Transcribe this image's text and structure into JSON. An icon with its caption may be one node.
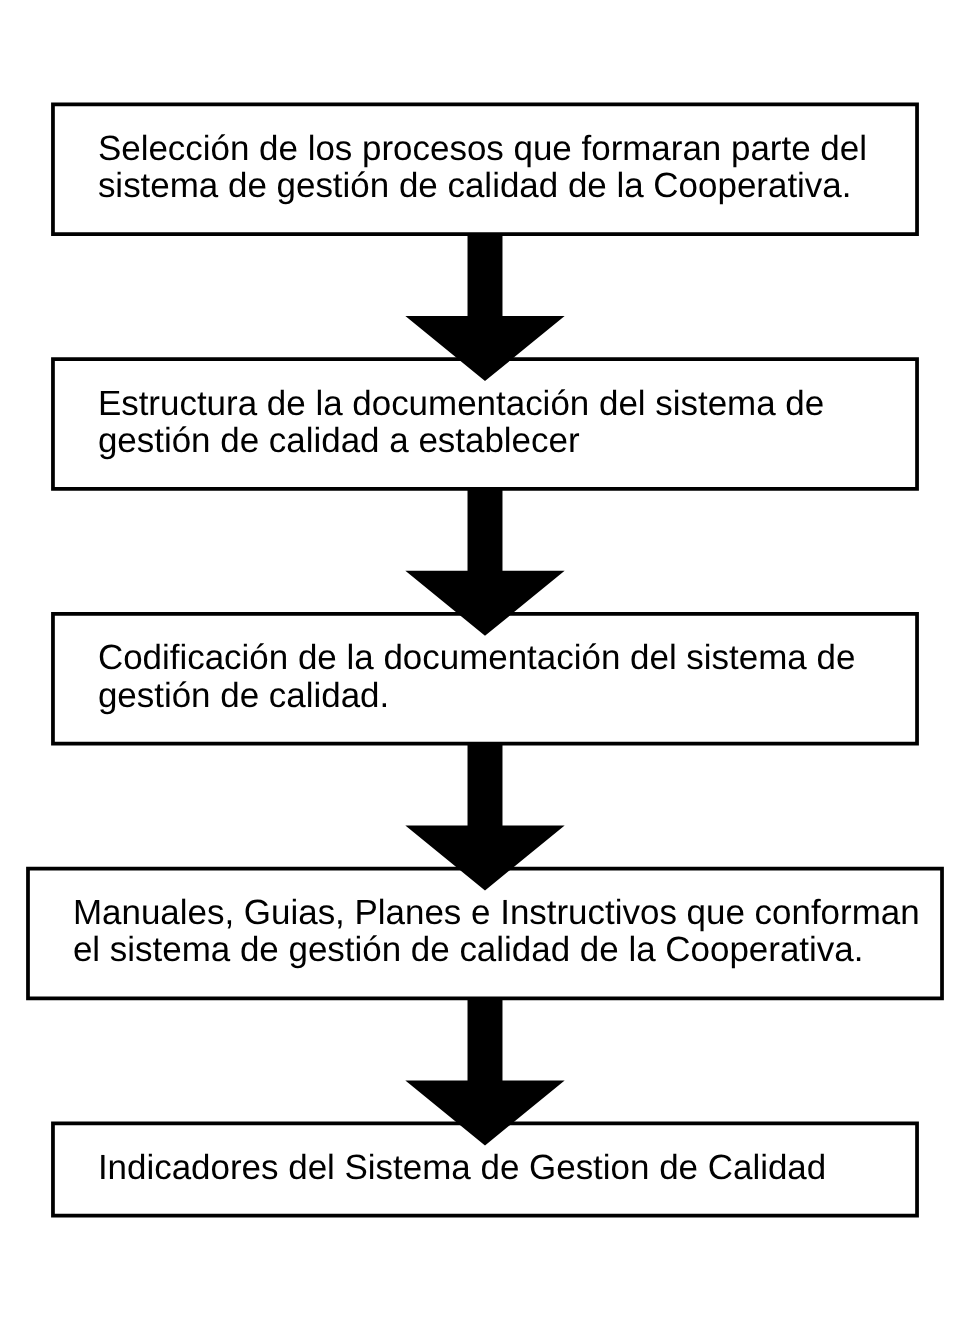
{
  "diagram": {
    "nodes": [
      {
        "text": [
          "Selección de los procesos que formaran parte del sistema de gestión de calidad de la Cooperativa."
        ]
      },
      {
        "text": [
          "Estructura de la documentación del sistema de gestión de calidad a establecer"
        ]
      },
      {
        "text": [
          "Codificación de la documentación del sistema de gestión de calidad."
        ]
      },
      {
        "text": [
          "Manuales, Guias, Planes e Instructivos que conforman el sistema de gestión de calidad de la Cooperativa."
        ]
      },
      {
        "text": [
          "Indicadores del Sistema de Gestion de Calidad"
        ]
      }
    ],
    "edges": [
      {
        "from": 0,
        "to": 1,
        "arrow": "to"
      },
      {
        "from": 1,
        "to": 2,
        "arrow": "to"
      },
      {
        "from": 2,
        "to": 3,
        "arrow": "to"
      },
      {
        "from": 3,
        "to": 4,
        "arrow": "to"
      }
    ]
  }
}
